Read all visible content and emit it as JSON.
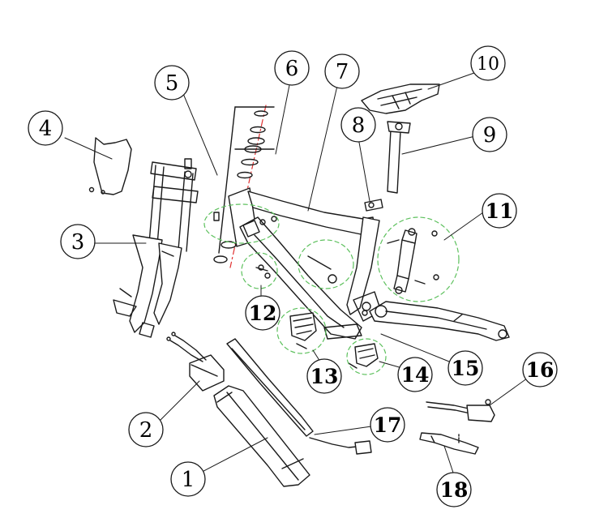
{
  "callouts": [
    {
      "id": "1",
      "label": "1"
    },
    {
      "id": "2",
      "label": "2"
    },
    {
      "id": "3",
      "label": "3"
    },
    {
      "id": "4",
      "label": "4"
    },
    {
      "id": "5",
      "label": "5"
    },
    {
      "id": "6",
      "label": "6"
    },
    {
      "id": "7",
      "label": "7"
    },
    {
      "id": "8",
      "label": "8"
    },
    {
      "id": "9",
      "label": "9"
    },
    {
      "id": "10",
      "label": "10"
    },
    {
      "id": "11",
      "label": "11"
    },
    {
      "id": "12",
      "label": "12"
    },
    {
      "id": "13",
      "label": "13"
    },
    {
      "id": "14",
      "label": "14"
    },
    {
      "id": "15",
      "label": "15"
    },
    {
      "id": "16",
      "label": "16"
    },
    {
      "id": "17",
      "label": "17"
    },
    {
      "id": "18",
      "label": "18"
    }
  ],
  "colors": {
    "line": "#1a1a1a",
    "group_outline": "#5cc05c",
    "steerer_axis": "#e03030",
    "background": "#ffffff"
  }
}
